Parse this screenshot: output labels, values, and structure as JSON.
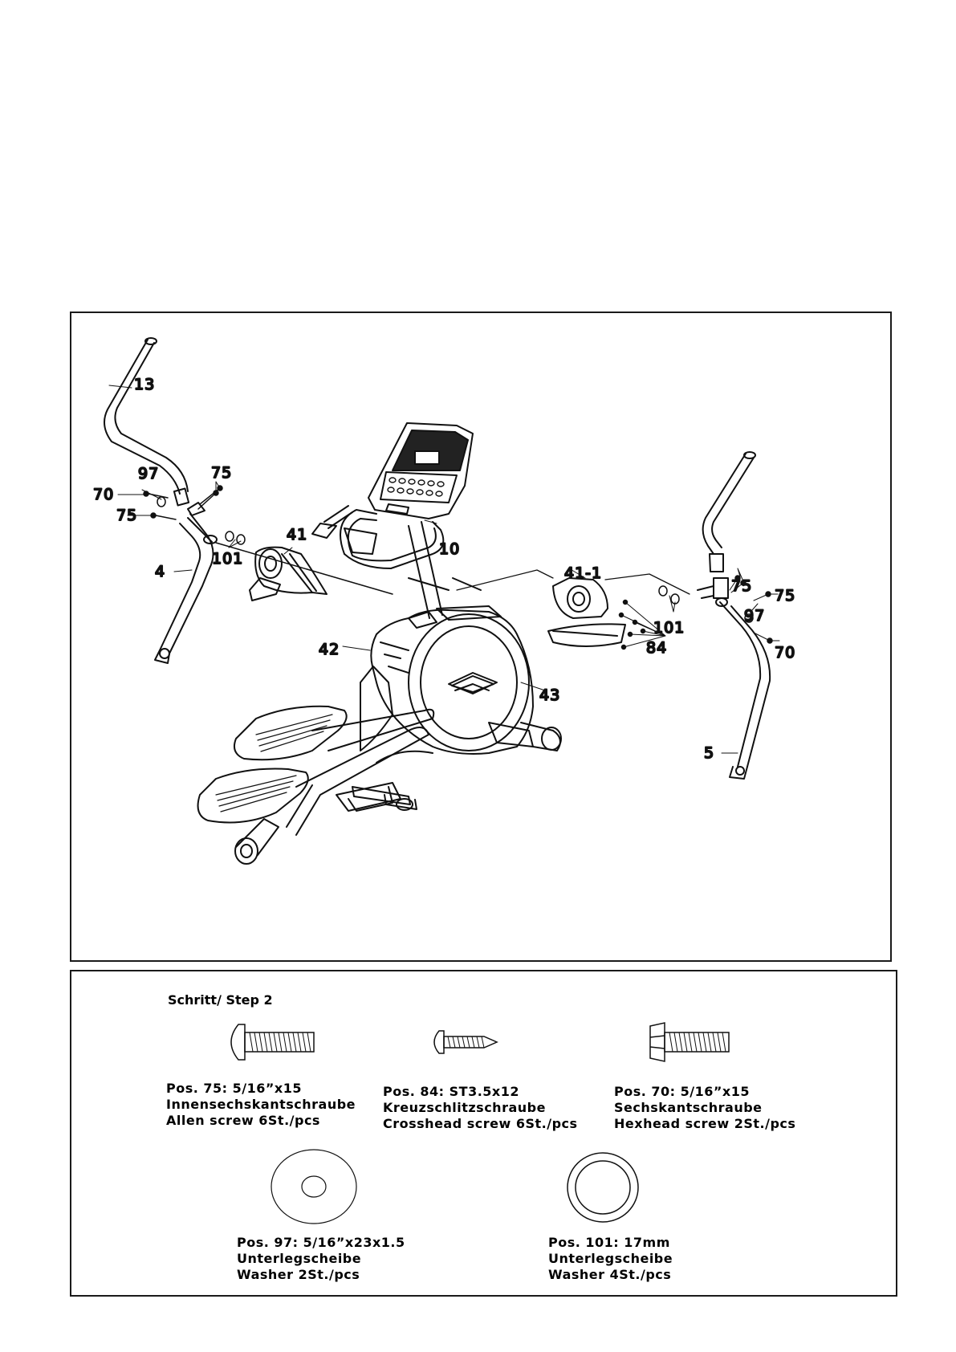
{
  "diagram": {
    "callouts": {
      "c13": "13",
      "c97": "97",
      "c75a": "75",
      "c70": "70",
      "c75b": "75",
      "c41": "41",
      "c101": "101",
      "c4": "4",
      "c10": "10",
      "c41_1": "41-1",
      "c75c": "75",
      "c75d": "75",
      "c97b": "97",
      "c101b": "101",
      "c84": "84",
      "c70b": "70",
      "c42": "42",
      "c43": "43",
      "c5": "5"
    }
  },
  "parts_list": {
    "step_title": "Schritt/ Step 2",
    "parts": [
      {
        "pos": "Pos. 75: 5/16”x15",
        "de": "Innensechskantschraube",
        "en": "Allen screw 6St./pcs",
        "icon": "allen-screw-icon"
      },
      {
        "pos": "Pos. 84: ST3.5x12",
        "de": "Kreuzschlitzschraube",
        "en": "Crosshead screw 6St./pcs",
        "icon": "crosshead-screw-icon"
      },
      {
        "pos": "Pos. 70: 5/16”x15",
        "de": "Sechskantschraube",
        "en": "Hexhead screw 2St./pcs",
        "icon": "hexhead-screw-icon"
      },
      {
        "pos": "Pos. 97: 5/16”x23x1.5",
        "de": "Unterlegscheibe",
        "en": "Washer 2St./pcs",
        "icon": "flat-washer-icon"
      },
      {
        "pos": "Pos. 101: 17mm",
        "de": "Unterlegscheibe",
        "en": "Washer 4St./pcs",
        "icon": "ring-washer-icon"
      }
    ]
  }
}
